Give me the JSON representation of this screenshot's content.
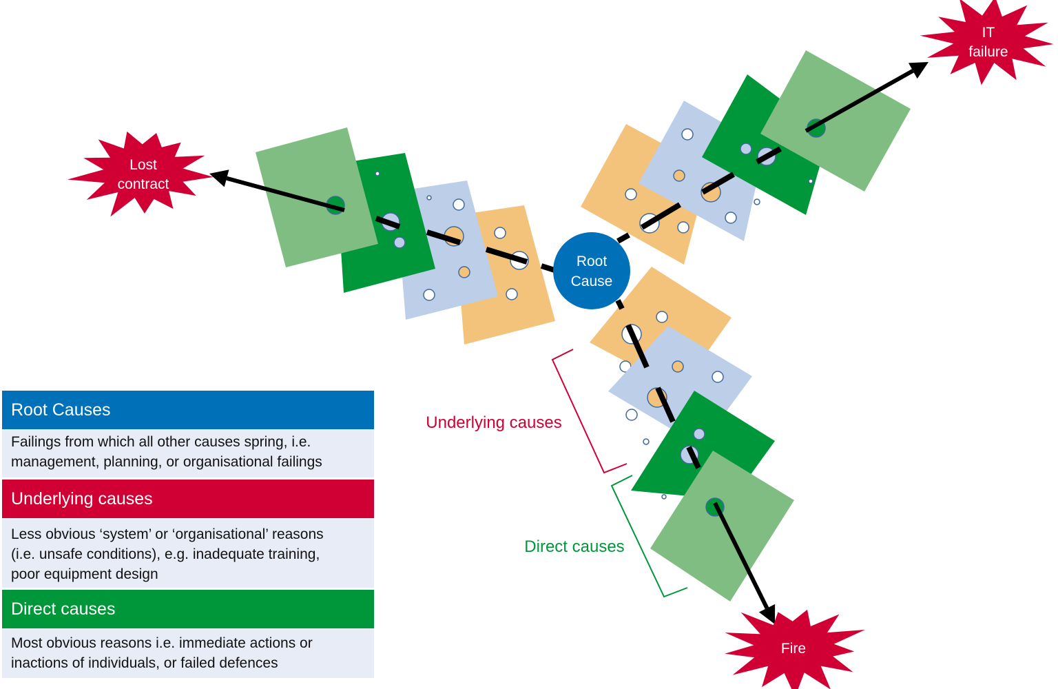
{
  "diagram": {
    "title": "Root cause analysis - layers of causes",
    "root_node": {
      "line1": "Root",
      "line2": "Cause"
    },
    "outcomes": [
      {
        "id": "lost-contract",
        "line1": "Lost",
        "line2": "contract"
      },
      {
        "id": "it-failure",
        "line1": "IT",
        "line2": "failure"
      },
      {
        "id": "fire",
        "line1": "Fire",
        "line2": ""
      }
    ],
    "bracket_labels": {
      "underlying": "Underlying causes",
      "direct": "Direct causes"
    },
    "colors": {
      "root": "#0070b9",
      "underlying": "#d10034",
      "direct": "#00963a",
      "card_orange": "#f3c27b",
      "card_blue": "#bccee8",
      "card_dark_green": "#00963a",
      "card_light_green": "#7fbd82",
      "starburst": "#d10034",
      "hole_stroke": "#41699b"
    }
  },
  "legend": {
    "items": [
      {
        "heading": "Root Causes",
        "description_lines": [
          "Failings from which all other causes spring, i.e.",
          "management, planning, or organisational failings"
        ]
      },
      {
        "heading": "Underlying causes",
        "description_lines": [
          "Less obvious ‘system’ or ‘organisational’ reasons",
          "(i.e. unsafe conditions), e.g. inadequate training,",
          "poor equipment design"
        ]
      },
      {
        "heading": "Direct causes",
        "description_lines": [
          "Most obvious reasons i.e. immediate actions or",
          "inactions of individuals, or failed defences"
        ]
      }
    ]
  }
}
